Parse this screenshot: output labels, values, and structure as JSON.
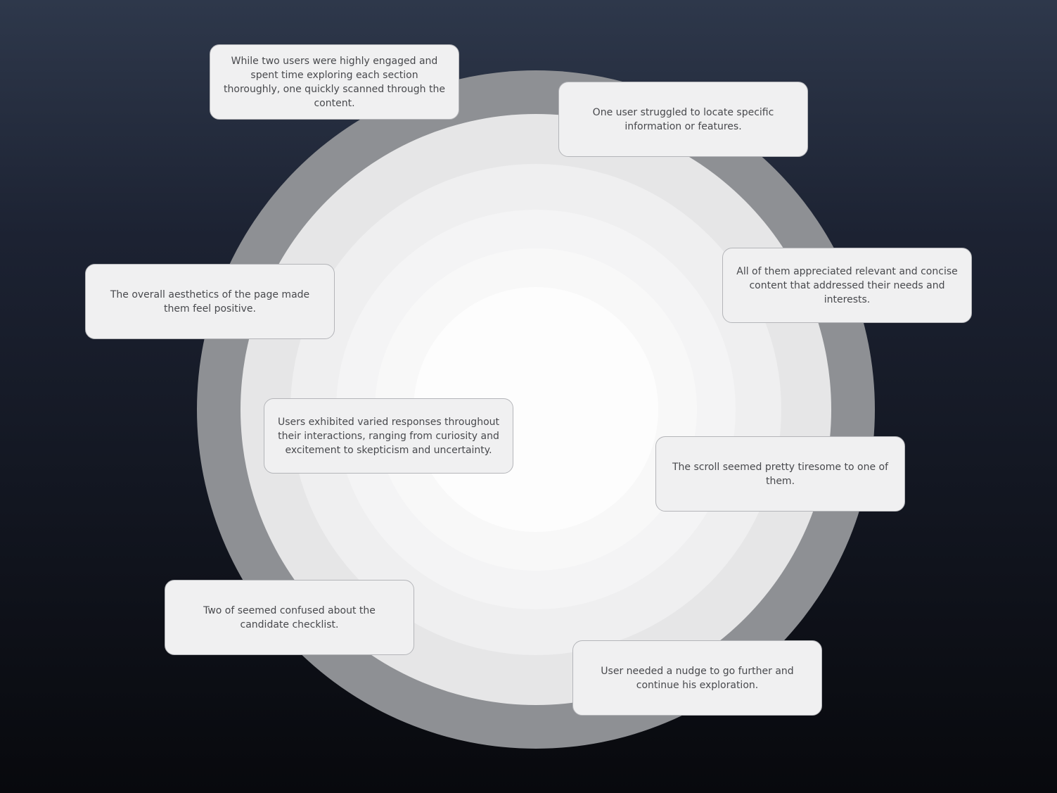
{
  "diagram": {
    "rings": [
      {
        "color": "#8e9094"
      },
      {
        "color": "#e6e6e7"
      },
      {
        "color": "#efeff0"
      },
      {
        "color": "#f4f4f5"
      },
      {
        "color": "#f8f8f8"
      },
      {
        "color": "#fdfdfd"
      }
    ],
    "notes": [
      {
        "text": "While two users were highly engaged and spent time exploring each section thoroughly, one quickly scanned through the content."
      },
      {
        "text": "One user struggled to locate specific information or features."
      },
      {
        "text": "The overall aesthetics of the page made them feel positive."
      },
      {
        "text": "All of them appreciated relevant and concise content that addressed their needs and interests."
      },
      {
        "text": "Users exhibited varied responses throughout their interactions, ranging from curiosity and excitement to skepticism and uncertainty."
      },
      {
        "text": "The scroll seemed pretty tiresome to one of them."
      },
      {
        "text": "Two of seemed confused about the candidate checklist."
      },
      {
        "text": "User needed a nudge to go further and continue his exploration."
      }
    ],
    "colors": {
      "background_top": "#2e384b",
      "background_bottom": "#08090d",
      "note_background": "#f0f0f1",
      "note_border": "#b4b5b9",
      "note_text": "#48494d"
    }
  }
}
